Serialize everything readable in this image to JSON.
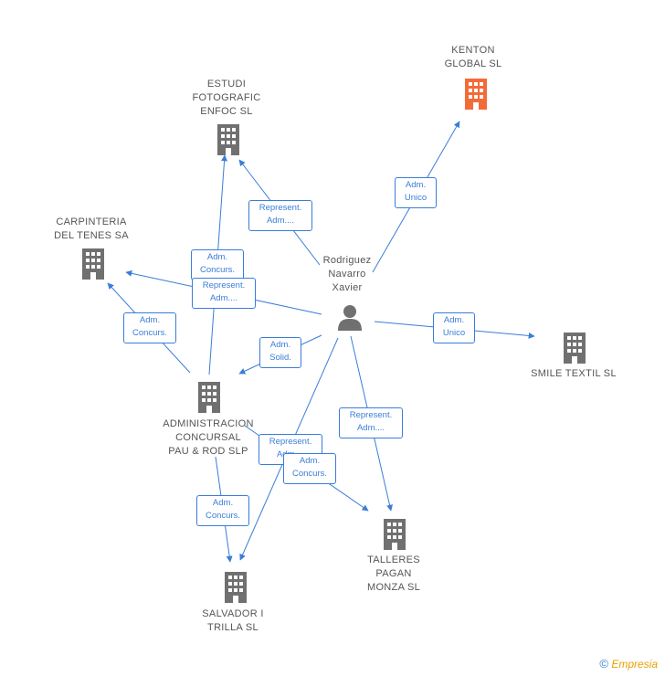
{
  "center": {
    "name": "Rodriguez\nNavarro\nXavier",
    "icon": "person-icon"
  },
  "companies": {
    "kenton": {
      "name": "KENTON\nGLOBAL SL",
      "color": "#f26b38"
    },
    "estudi": {
      "name": "ESTUDI\nFOTOGRAFIC\nENFOC SL",
      "color": "#707070"
    },
    "carpinteria": {
      "name": "CARPINTERIA\nDEL TENES SA",
      "color": "#707070"
    },
    "smile": {
      "name": "SMILE TEXTIL SL",
      "color": "#707070"
    },
    "administracion": {
      "name": "ADMINISTRACION\nCONCURSAL\nPAU & ROD SLP",
      "color": "#707070"
    },
    "talleres": {
      "name": "TALLERES\nPAGAN\nMONZA SL",
      "color": "#707070"
    },
    "salvador": {
      "name": "SALVADOR I\nTRILLA SL",
      "color": "#707070"
    }
  },
  "relations": {
    "kenton_adm": "Adm.\nUnico",
    "estudi_rep": "Represent.\nAdm....",
    "carp_concurs": "Adm.\nConcurs.",
    "carp_rep": "Represent.\nAdm....",
    "admin_carp": "Adm.\nConcurs.",
    "smile_adm": "Adm.\nUnico",
    "admin_solid": "Adm.\nSolid.",
    "talleres_rep": "Represent.\nAdm....",
    "salv_rep": "Represent.\nAdm....",
    "talleres_concurs": "Adm.\nConcurs.",
    "salv_concurs": "Adm.\nConcurs."
  },
  "brand": {
    "copyright": "©",
    "name": "Empresia"
  },
  "colors": {
    "edge": "#3a7dd8",
    "highlight": "#f26b38",
    "building": "#707070"
  }
}
